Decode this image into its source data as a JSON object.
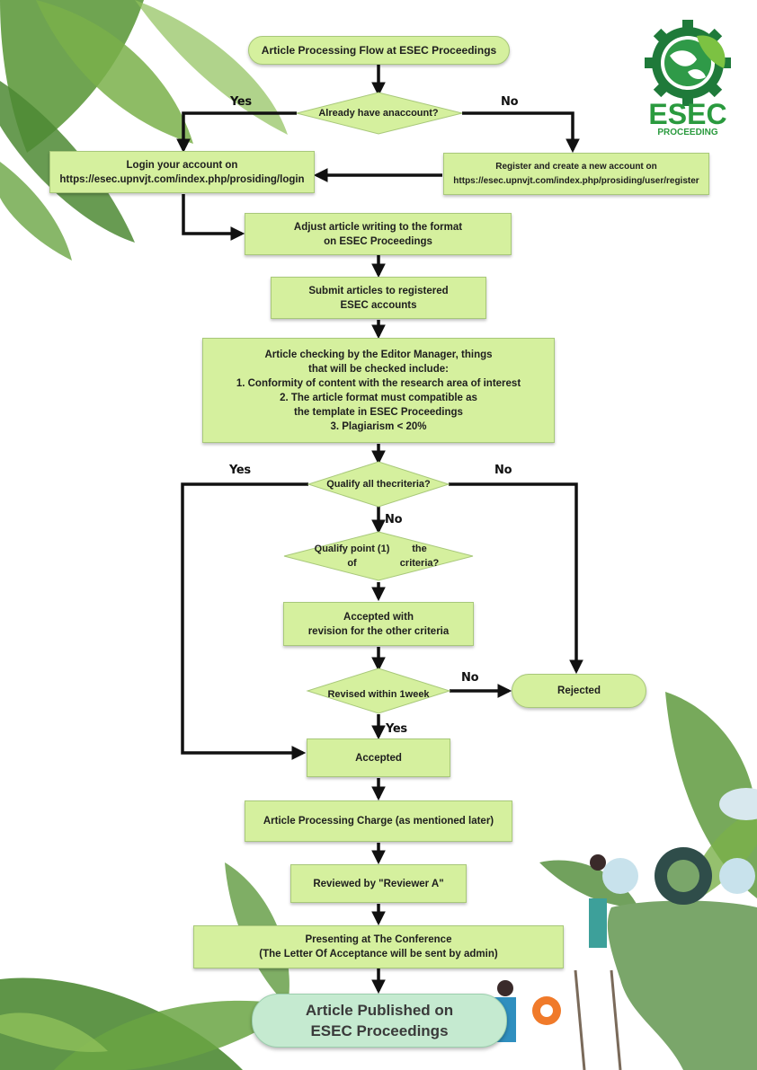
{
  "title": "Article Processing Flow at ESEC Proceedings",
  "logo": {
    "name": "ESEC",
    "sub": "PROCEEDING"
  },
  "colors": {
    "box_fill": "#d5f09e",
    "box_border": "#a8c87a",
    "final_fill": "#c5ead0",
    "logo_green": "#2a9a3e",
    "arrow": "#111111"
  },
  "nodes": {
    "q_account": {
      "lines": [
        "Already have an",
        "account?"
      ]
    },
    "login": {
      "lines": [
        "Login your account on",
        "https://esec.upnvjt.com/index.php/prosiding/login"
      ]
    },
    "register": {
      "lines": [
        "Register and create a new account on",
        "https://esec.upnvjt.com/index.php/prosiding/user/register"
      ]
    },
    "adjust": {
      "lines": [
        "Adjust article writing to the format",
        "on ESEC Proceedings"
      ]
    },
    "submit": {
      "lines": [
        "Submit articles to registered",
        "ESEC accounts"
      ]
    },
    "checking": {
      "lines": [
        "Article checking by the Editor Manager, things",
        "that will be checked include:",
        "1. Conformity of content with the research area of interest",
        "2. The article format must compatible as",
        "the template in ESEC Proceedings",
        "3. Plagiarism < 20%"
      ]
    },
    "q_all": {
      "lines": [
        "Qualify all the",
        "criteria?"
      ]
    },
    "q_point1": {
      "lines": [
        "Qualify point (1) of",
        "the criteria?"
      ]
    },
    "accepted_revision": {
      "lines": [
        "Accepted with",
        "revision for the other criteria"
      ]
    },
    "q_revised": {
      "lines": [
        "Revised within 1",
        "week"
      ]
    },
    "rejected": {
      "lines": [
        "Rejected"
      ]
    },
    "accepted": {
      "lines": [
        "Accepted"
      ]
    },
    "charge": {
      "lines": [
        "Article Processing Charge (as mentioned later)"
      ]
    },
    "reviewed": {
      "lines": [
        "Reviewed by \"Reviewer A\""
      ]
    },
    "presenting": {
      "lines": [
        "Presenting at The Conference",
        "(The Letter Of Acceptance will be sent by admin)"
      ]
    },
    "published": {
      "lines": [
        "Article Published on",
        "ESEC Proceedings"
      ]
    }
  },
  "labels": {
    "yes1": "Yes",
    "no1": "No",
    "yes2": "Yes",
    "no2": "No",
    "no3": "No",
    "no4": "No",
    "yes3": "Yes"
  }
}
